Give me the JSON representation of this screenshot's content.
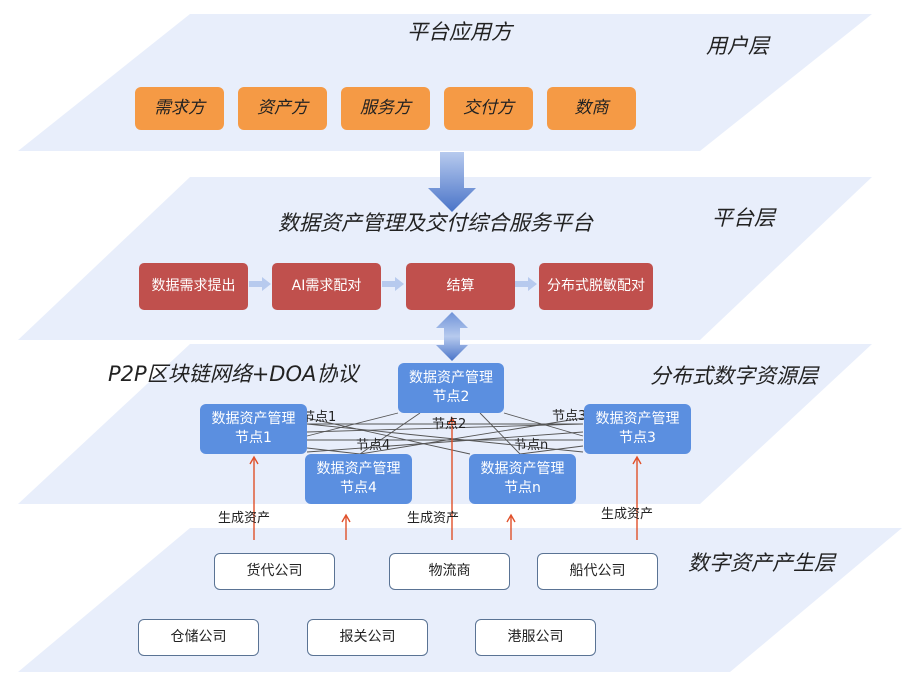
{
  "layers": {
    "user": {
      "label": "用户层",
      "title": "平台应用方",
      "items": [
        "需求方",
        "资产方",
        "服务方",
        "交付方",
        "数商"
      ]
    },
    "platform": {
      "label": "平台层",
      "title": "数据资产管理及交付综合服务平台",
      "steps": [
        "数据需求提出",
        "AI需求配对",
        "结算",
        "分布式脱敏配对"
      ]
    },
    "distributed": {
      "label": "分布式数字资源层",
      "title": "P2P区块链网络+DOA协议",
      "nodes": [
        "数据资产管理节点1",
        "数据资产管理节点2",
        "数据资产管理节点3",
        "数据资产管理节点4",
        "数据资产管理节点n"
      ],
      "edge_labels": [
        "节点1",
        "节点2",
        "节点3",
        "节点4",
        "节点n"
      ]
    },
    "production": {
      "label": "数字资产产生层",
      "arrow_label": "生成资产",
      "companies": [
        "货代公司",
        "物流商",
        "船代公司",
        "仓储公司",
        "报关公司",
        "港服公司"
      ]
    }
  },
  "colors": {
    "layer_fill": "#e8eefb",
    "user_box": "#f59a45",
    "platform_box": "#c0504d",
    "node_box": "#5b8fe0",
    "company_border": "#5a7394",
    "arrow_red": "#e0502a",
    "arrow_blue": "#4a74c8"
  }
}
